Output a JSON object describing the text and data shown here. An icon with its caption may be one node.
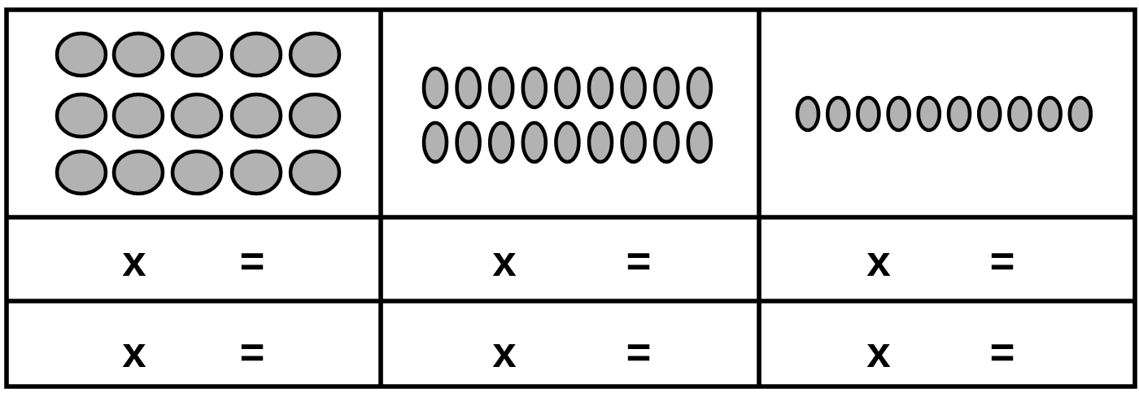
{
  "diagram": {
    "labels": [
      "x",
      "=",
      "x",
      "=",
      "x",
      "=",
      "x",
      "=",
      "x",
      "=",
      "x",
      "="
    ]
  }
}
